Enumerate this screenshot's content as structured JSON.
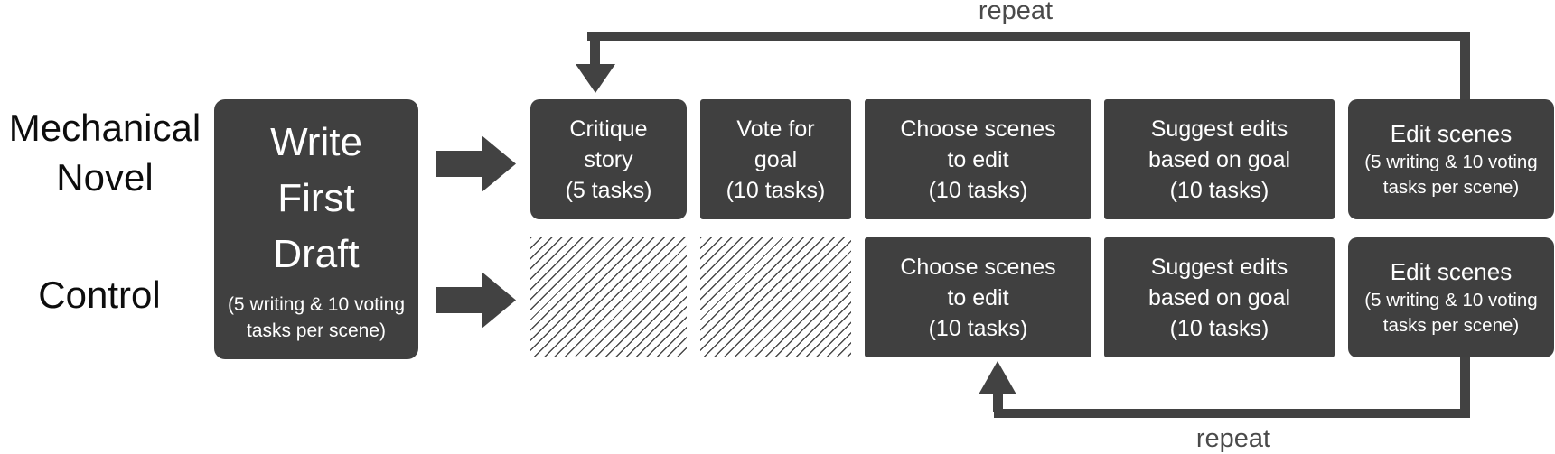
{
  "row_labels": {
    "mechanical_novel": "Mechanical\nNovel",
    "control": "Control"
  },
  "draft_box": {
    "title": "Write\nFirst\nDraft",
    "subtitle": "(5 writing & 10 voting\ntasks per scene)"
  },
  "mechanical_row": [
    {
      "text": "Critique\nstory\n(5 tasks)"
    },
    {
      "text": "Vote for\ngoal\n(10 tasks)"
    },
    {
      "text": "Choose scenes\nto edit\n(10 tasks)"
    },
    {
      "text": "Suggest edits\nbased on goal\n(10 tasks)"
    },
    {
      "title": "Edit scenes",
      "subtitle": "(5 writing & 10 voting\ntasks per scene)"
    }
  ],
  "control_row": [
    {
      "hatched": true
    },
    {
      "hatched": true
    },
    {
      "text": "Choose scenes\nto edit\n(10 tasks)"
    },
    {
      "text": "Suggest edits\nbased on goal\n(10 tasks)"
    },
    {
      "title": "Edit scenes",
      "subtitle": "(5 writing & 10 voting\ntasks per scene)"
    }
  ],
  "loops": {
    "top_repeat": "repeat",
    "bottom_repeat": "repeat"
  },
  "colors": {
    "box_fill": "#404040",
    "line_and_arrow": "#424242",
    "repeat_text": "#4a4a4a",
    "label_text": "#0d0d0d",
    "box_text": "#ffffff"
  }
}
